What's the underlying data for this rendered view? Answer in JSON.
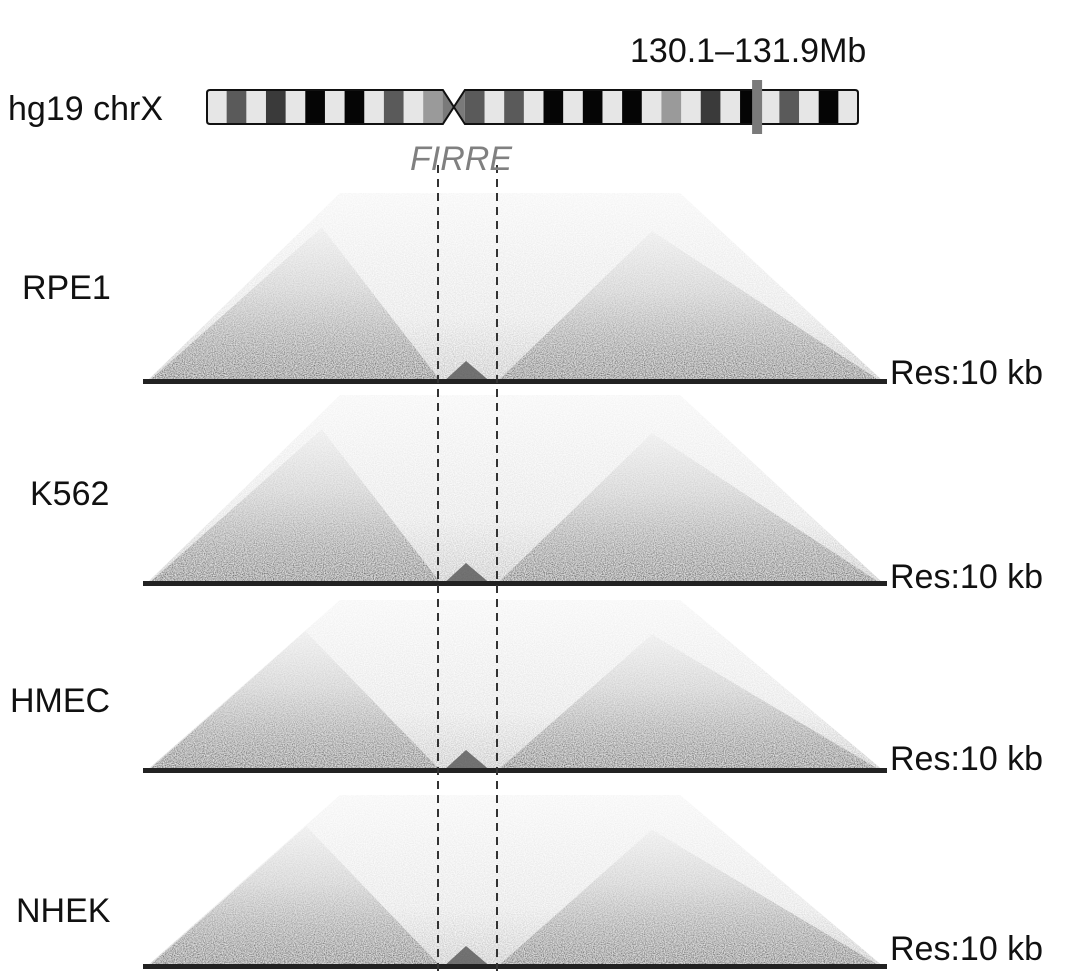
{
  "header": {
    "genome_label": "hg19 chrX",
    "region_label": "130.1–131.9Mb",
    "locus_label": "FIRRE"
  },
  "ideogram": {
    "bands": [
      {
        "type": "light"
      },
      {
        "type": "mid"
      },
      {
        "type": "light"
      },
      {
        "type": "dark"
      },
      {
        "type": "light"
      },
      {
        "type": "black"
      },
      {
        "type": "light"
      },
      {
        "type": "black"
      },
      {
        "type": "light"
      },
      {
        "type": "mid"
      },
      {
        "type": "light"
      },
      {
        "type": "gray"
      },
      {
        "type": "centromere"
      },
      {
        "type": "mid"
      },
      {
        "type": "light"
      },
      {
        "type": "mid"
      },
      {
        "type": "light"
      },
      {
        "type": "black"
      },
      {
        "type": "light"
      },
      {
        "type": "black"
      },
      {
        "type": "light"
      },
      {
        "type": "black"
      },
      {
        "type": "light"
      },
      {
        "type": "gray"
      },
      {
        "type": "light"
      },
      {
        "type": "dark"
      },
      {
        "type": "light"
      },
      {
        "type": "black"
      },
      {
        "type": "light"
      },
      {
        "type": "mid"
      },
      {
        "type": "light"
      },
      {
        "type": "black"
      },
      {
        "type": "light"
      }
    ],
    "highlight_fraction": 0.845,
    "colors": {
      "light": "#e6e6e6",
      "gray": "#9a9a9a",
      "mid": "#5a5a5a",
      "dark": "#3a3a3a",
      "black": "#050505",
      "highlight": "#7a7a7a",
      "outline": "#111111"
    }
  },
  "samples": [
    {
      "name": "RPE1",
      "resolution": "Res:10 kb"
    },
    {
      "name": "K562",
      "resolution": "Res:10 kb"
    },
    {
      "name": "HMEC",
      "resolution": "Res:10 kb"
    },
    {
      "name": "NHEK",
      "resolution": "Res:10 kb"
    }
  ]
}
